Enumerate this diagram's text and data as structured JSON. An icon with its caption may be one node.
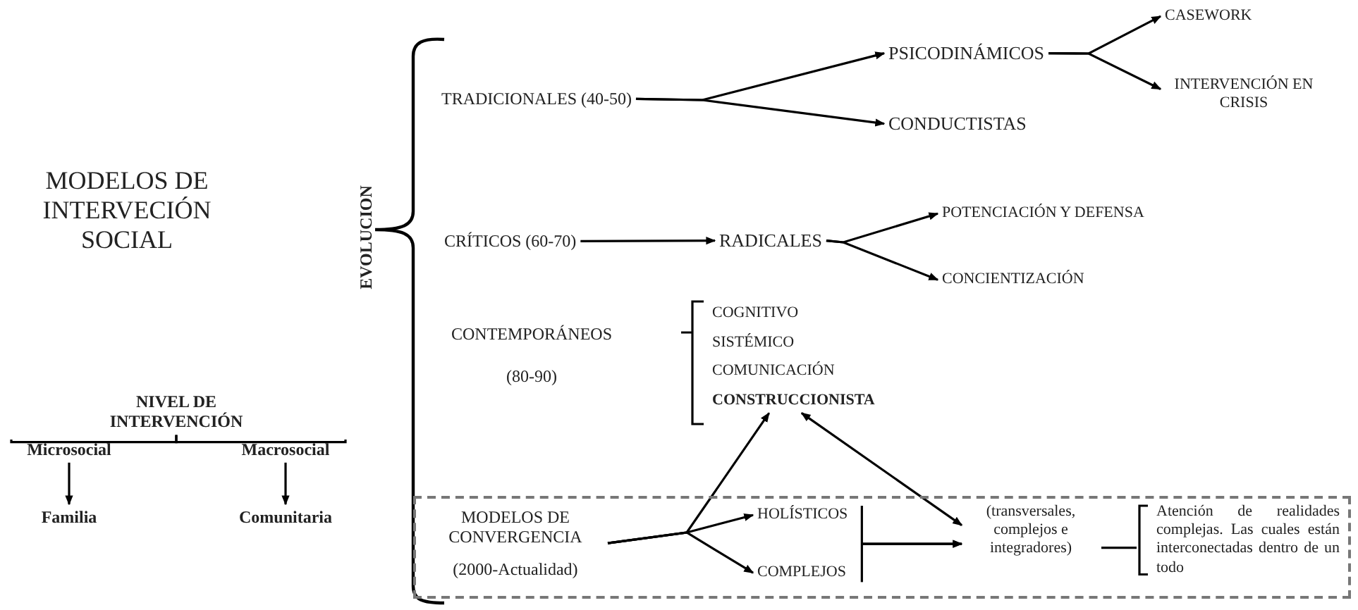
{
  "diagram": {
    "title": "MODELOS DE INTERVECIÓN SOCIAL",
    "nodes": [
      {
        "text": [
          "TRADICIONALES (40-50)"
        ]
      },
      {
        "text": [
          "PSICODINÁMICOS"
        ]
      },
      {
        "text": [
          "CONDUCTISTAS"
        ]
      },
      {
        "text": [
          "CASEWORK"
        ]
      },
      {
        "text": [
          "INTERVENCIÓN EN CRISIS"
        ]
      },
      {
        "text": [
          "CRÍTICOS (60-70)"
        ]
      },
      {
        "text": [
          "RADICALES"
        ]
      },
      {
        "text": [
          "POTENCIACIÓN Y DEFENSA"
        ]
      },
      {
        "text": [
          "CONCIENTIZACIÓN"
        ]
      },
      {
        "text": [
          "CONTEMPORÁNEOS",
          "(80-90)"
        ]
      },
      {
        "text": [
          "COGNITIVO"
        ]
      },
      {
        "text": [
          "SISTÉMICO"
        ]
      },
      {
        "text": [
          "COMUNICACIÓN"
        ]
      },
      {
        "text": [
          "CONSTRUCCIONISTA"
        ]
      },
      {
        "text": [],
        "shape": "box"
      },
      {
        "text": [
          "MODELOS DE CONVERGENCIA",
          "(2000-Actualidad)"
        ],
        "in": 14
      },
      {
        "text": [
          "HOLÍSTICOS"
        ],
        "in": 14
      },
      {
        "text": [
          "COMPLEJOS"
        ],
        "in": 14
      },
      {
        "text": [
          "(transversales, complejos e integradores)"
        ],
        "in": 14
      },
      {
        "text": [
          "Atención de realidades complejas. Las cuales están interconectadas dentro de un todo"
        ],
        "in": 14
      },
      {
        "text": [
          "NIVEL DE INTERVENCIÓN"
        ]
      },
      {
        "text": [
          "Microsocial"
        ]
      },
      {
        "text": [
          "Macrosocial"
        ]
      },
      {
        "text": [
          "Familia"
        ]
      },
      {
        "text": [
          "Comunitaria"
        ]
      }
    ],
    "edges": [
      {
        "from": 0,
        "to": 1,
        "arrow": "to"
      },
      {
        "from": 0,
        "to": 2,
        "arrow": "to"
      },
      {
        "from": 1,
        "to": 3,
        "arrow": "to"
      },
      {
        "from": 1,
        "to": 4,
        "arrow": "to"
      },
      {
        "from": 5,
        "to": 6,
        "arrow": "to"
      },
      {
        "from": 6,
        "to": 7,
        "arrow": "to"
      },
      {
        "from": 6,
        "to": 8,
        "arrow": "to"
      },
      {
        "from": 16,
        "to": 18,
        "arrow": "to"
      },
      {
        "from": 17,
        "to": 18,
        "arrow": "to"
      },
      {
        "from": 15,
        "to": 16,
        "arrow": "to"
      },
      {
        "from": 15,
        "to": 17,
        "arrow": "to"
      },
      {
        "from": 15,
        "to": 13,
        "arrow": "to"
      },
      {
        "from": 13,
        "to": 18,
        "arrow": "both"
      },
      {
        "from": 20,
        "to": 21,
        "arrow": "none"
      },
      {
        "from": 20,
        "to": 22,
        "arrow": "none"
      },
      {
        "from": 21,
        "to": 23,
        "arrow": "to"
      },
      {
        "from": 22,
        "to": 24,
        "arrow": "to"
      }
    ],
    "labels": [
      "EVOLUCION"
    ]
  }
}
